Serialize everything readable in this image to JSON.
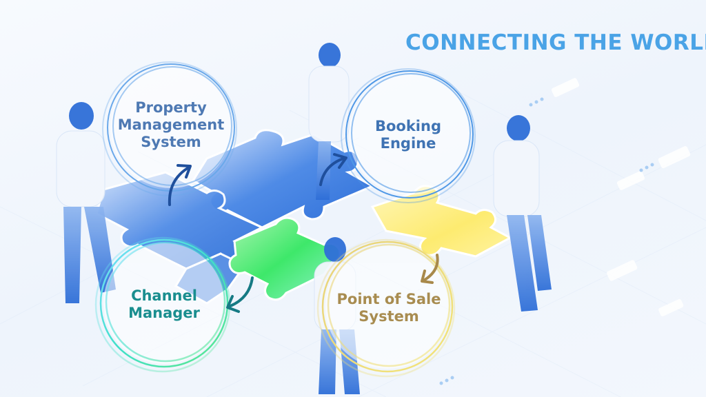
{
  "title": "CONNECTING THE WORLD",
  "nodes": {
    "property_management": {
      "lines": [
        "Property",
        "Management",
        "System"
      ],
      "color": "#4e79b3"
    },
    "booking_engine": {
      "lines": [
        "Booking",
        "Engine"
      ],
      "color": "#3f73b3"
    },
    "channel_manager": {
      "lines": [
        "Channel",
        "Manager"
      ],
      "color": "#1a8e8f"
    },
    "point_of_sale": {
      "lines": [
        "Point of Sale",
        "System"
      ],
      "color": "#a88c50"
    }
  },
  "colors": {
    "title": "#4aa3e6",
    "puzzle_blue": "#3f7fe0",
    "puzzle_green": "#4be870",
    "puzzle_yellow": "#fde766",
    "people": "#3a7fe0",
    "arrow_blue": "#1f4f9c",
    "arrow_teal": "#167a84",
    "arrow_gold": "#a8894a"
  }
}
